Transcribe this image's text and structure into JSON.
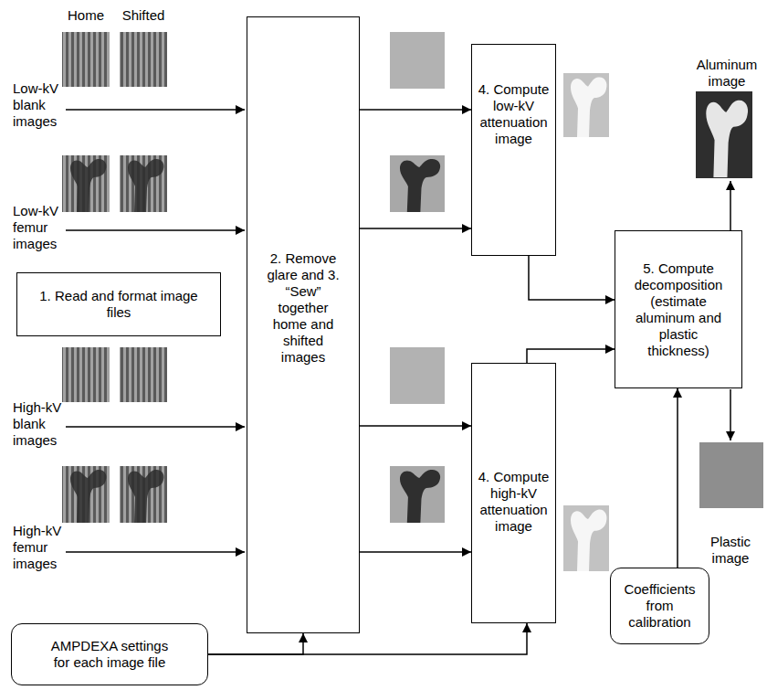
{
  "diagram": {
    "nodes": [
      {
        "text": [
          "1. Read and format image files"
        ]
      },
      {
        "text": [
          "2. Remove glare and 3. “Sew” together home and shifted images"
        ]
      },
      {
        "text": [
          "4. Compute low-kV attenuation image"
        ]
      },
      {
        "text": [
          "5. Compute decomposition (estimate aluminum and plastic thickness)"
        ]
      },
      {
        "text": [
          "4. Compute high-kV attenuation image"
        ]
      },
      {
        "text": [
          "AMPDEXA settings for each image file"
        ]
      },
      {
        "text": [
          "Coefficients from calibration"
        ]
      }
    ],
    "edges": [
      {
        "from": 1,
        "to": 2,
        "arrow": "to"
      },
      {
        "from": 1,
        "to": 2,
        "arrow": "to"
      },
      {
        "from": 1,
        "to": 4,
        "arrow": "to"
      },
      {
        "from": 1,
        "to": 4,
        "arrow": "to"
      },
      {
        "from": 2,
        "to": 3,
        "arrow": "to"
      },
      {
        "from": 4,
        "to": 3,
        "arrow": "to"
      },
      {
        "from": 6,
        "to": 3,
        "arrow": "to"
      },
      {
        "from": 5,
        "to": 1,
        "arrow": "to"
      },
      {
        "from": 5,
        "to": 4,
        "arrow": "to"
      }
    ],
    "labels": [
      "Home",
      "Shifted",
      "Low-kV blank images",
      "Low-kV femur images",
      "High-kV blank images",
      "High-kV femur images",
      "Aluminum image",
      "Plastic image"
    ]
  }
}
